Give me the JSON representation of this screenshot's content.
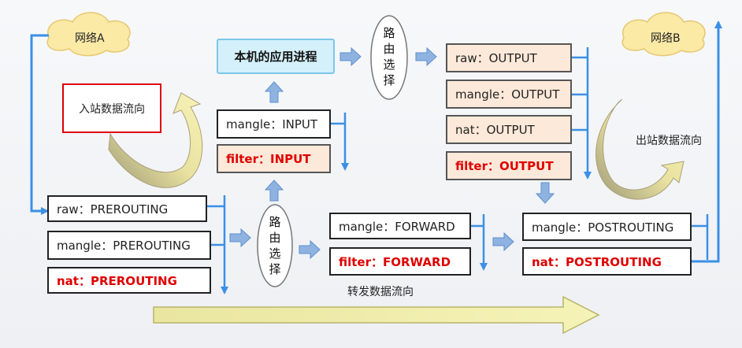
{
  "clouds": {
    "a": "网络A",
    "b": "网络B"
  },
  "app": "本机的应用进程",
  "route_top": [
    "路",
    "由",
    "选",
    "择"
  ],
  "route_mid": [
    "路",
    "由",
    "选",
    "择"
  ],
  "input_chain": {
    "mangle": "mangle：INPUT",
    "filter": "filter：INPUT"
  },
  "output_chain": {
    "raw": "raw：OUTPUT",
    "mangle": "mangle：OUTPUT",
    "nat": "nat：OUTPUT",
    "filter": "filter：OUTPUT"
  },
  "prerouting_chain": {
    "raw": "raw：PREROUTING",
    "mangle": "mangle：PREROUTING",
    "nat": "nat：PREROUTING"
  },
  "forward_chain": {
    "mangle": "mangle：FORWARD",
    "filter": "filter：FORWARD"
  },
  "postrouting_chain": {
    "mangle": "mangle：POSTROUTING",
    "nat": "nat：POSTROUTING"
  },
  "labels": {
    "inbound": "入站数据流向",
    "outbound": "出站数据流向",
    "forward": "转发数据流向"
  },
  "colors": {
    "line": "#3b8fe6",
    "red": "#e00000",
    "peach": "#fde9d9",
    "app_bg": "#d4f0fb",
    "cloud": "#fbe9a6",
    "fat_arrow": "#f3f0a8"
  }
}
